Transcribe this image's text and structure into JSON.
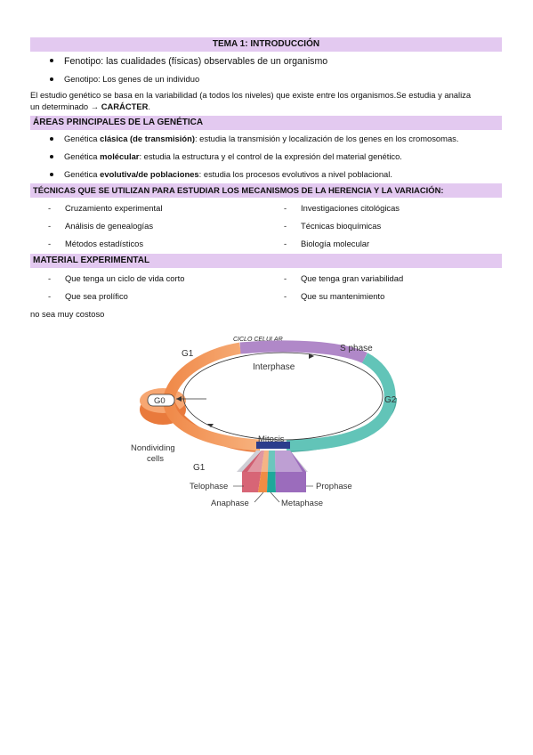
{
  "title": "TEMA 1: INTRODUCCIÓN",
  "intro_bullets": [
    {
      "text": "Fenotipo: las cualidades (físicas) observables de un organismo"
    },
    {
      "text": "Genotipo: Los genes de un individuo"
    }
  ],
  "paragraph": {
    "line1": "El estudio genético se basa en la variabilidad (a todos los niveles) que existe entre los organismos.Se estudia y analiza",
    "line2_prefix": "un determinado → ",
    "line2_bold": "CARÁCTER",
    "line2_suffix": "."
  },
  "areas": {
    "heading": "ÁREAS PRINCIPALES DE LA GENÉTICA",
    "items": [
      {
        "pre": "Genética ",
        "bold": "clásica (de transmisión)",
        "post": ": estudia la transmisión y localización de los genes en los cromosomas."
      },
      {
        "pre": "Genética ",
        "bold": "molécular",
        "post": ": estudia la estructura y el control de la expresión del material genético."
      },
      {
        "pre": "Genética ",
        "bold": "evolutiva/de poblaciones",
        "post": ": estudia los procesos evolutivos a nivel poblacional."
      }
    ]
  },
  "techniques": {
    "heading": "TÉCNICAS QUE SE UTILIZAN PARA ESTUDIAR LOS MECANISMOS DE LA HERENCIA Y LA VARIACIÓN:",
    "left": [
      "Cruzamiento experimental",
      "Análisis de genealogías",
      "Métodos estadísticos"
    ],
    "right": [
      "Investigaciones citológicas",
      "Técnicas bioquímicas",
      "Biología molecular"
    ]
  },
  "material": {
    "heading": "MATERIAL EXPERIMENTAL",
    "left": [
      "Que tenga un ciclo de vida corto",
      "Que sea prolífico"
    ],
    "right": [
      "Que tenga gran variabilidad",
      "Que su mantenimiento"
    ],
    "trailing": "no sea muy costoso"
  },
  "diagram": {
    "title": "CICLO CELULAR",
    "labels": {
      "g1_top": "G1",
      "s_phase": "S phase",
      "interphase": "Interphase",
      "g0": "G0",
      "g2": "G2",
      "nondividing_1": "Nondividing",
      "nondividing_2": "cells",
      "g1_bottom": "G1",
      "mitosis": "Mitosis",
      "telophase": "Telophase",
      "prophase": "Prophase",
      "anaphase": "Anaphase",
      "metaphase": "Metaphase"
    },
    "colors": {
      "g1": "#f4a066",
      "s": "#b088c8",
      "g2": "#62c4b8",
      "mitosis": "#2b3d8c",
      "telophase": "#d04a5e",
      "anaphase": "#f08c44",
      "metaphase": "#1ea89a",
      "prophase": "#9b6cbc"
    }
  }
}
